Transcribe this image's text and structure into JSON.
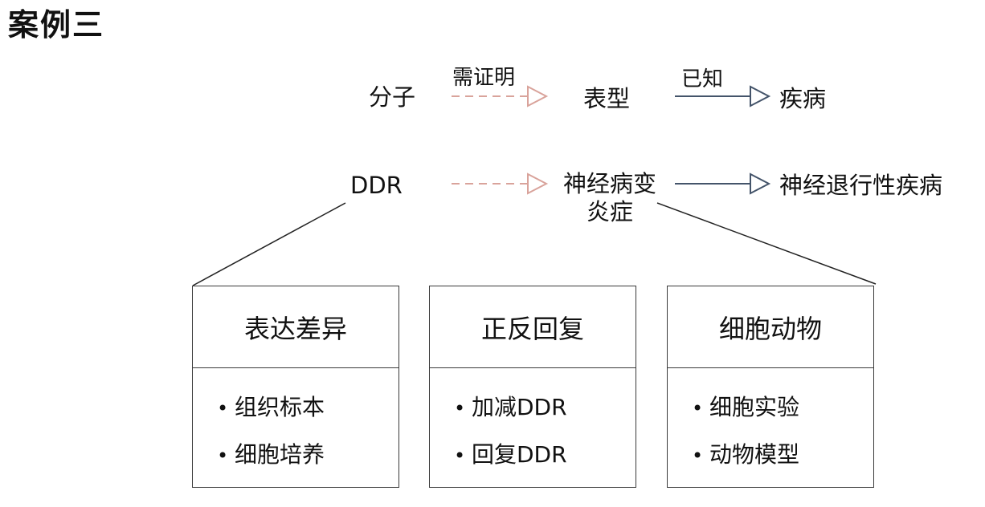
{
  "title": "案例三",
  "row1": {
    "source": "分子",
    "dashed_label": "需证明",
    "middle": "表型",
    "solid_label": "已知",
    "target": "疾病"
  },
  "row2": {
    "source": "DDR",
    "middle_line1": "神经病变",
    "middle_line2": "炎症",
    "target": "神经退行性疾病"
  },
  "boxes": [
    {
      "header": "表达差异",
      "items": [
        "组织标本",
        "细胞培养"
      ]
    },
    {
      "header": "正反回复",
      "items": [
        "加减DDR",
        "回复DDR"
      ]
    },
    {
      "header": "细胞动物",
      "items": [
        "细胞实验",
        "动物模型"
      ]
    }
  ],
  "colors": {
    "dashed_arrow": "#d9a39b",
    "solid_arrow": "#44546a",
    "text": "#111111",
    "box_border": "#3a3a3a"
  }
}
